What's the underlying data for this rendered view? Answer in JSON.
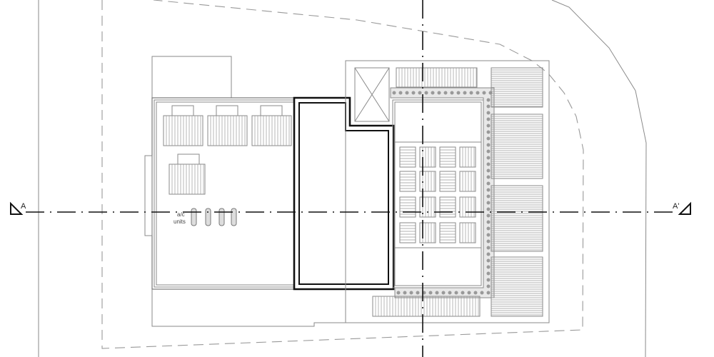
{
  "section_marks": {
    "left": "A",
    "right": "A'"
  },
  "annotations": {
    "ac_line1": "a/c",
    "ac_line2": "units"
  }
}
